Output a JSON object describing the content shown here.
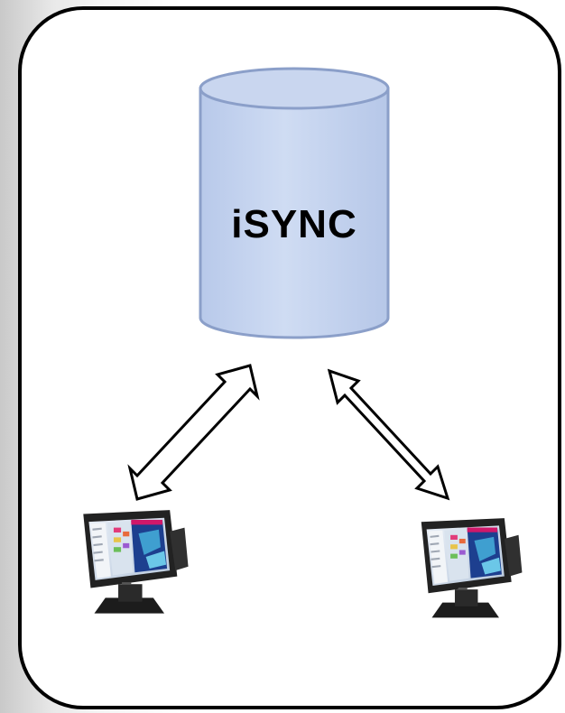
{
  "diagram": {
    "database_label": "iSYNC",
    "colors": {
      "database_fill": "#c5d3ee",
      "database_stroke": "#8b9fc9",
      "frame_stroke": "#000000"
    },
    "nodes": [
      {
        "id": "isync-database",
        "type": "database",
        "icon": "database-cylinder-icon"
      },
      {
        "id": "pos-terminal-left",
        "type": "pos-terminal",
        "icon": "pos-terminal-icon"
      },
      {
        "id": "pos-terminal-right",
        "type": "pos-terminal",
        "icon": "pos-terminal-icon"
      }
    ],
    "edges": [
      {
        "from": "isync-database",
        "to": "pos-terminal-left",
        "style": "double-arrow"
      },
      {
        "from": "isync-database",
        "to": "pos-terminal-right",
        "style": "double-arrow"
      }
    ]
  }
}
